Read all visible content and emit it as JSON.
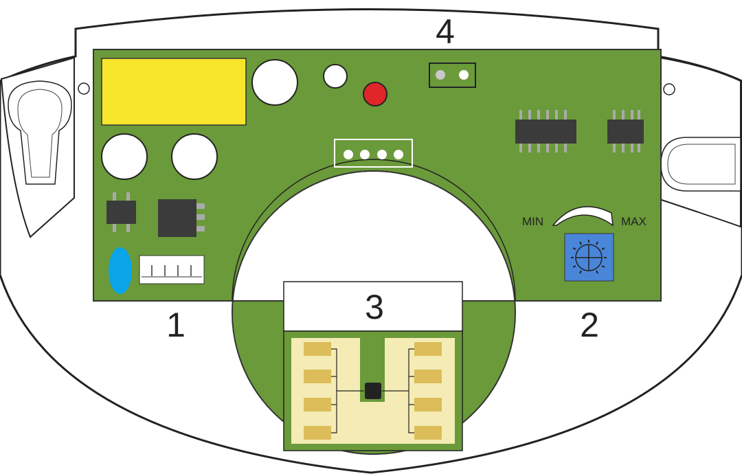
{
  "diagram": {
    "callouts": {
      "c1": "1",
      "c2": "2",
      "c3": "3",
      "c4": "4"
    },
    "potentiometer": {
      "min_label": "MIN",
      "max_label": "MAX"
    },
    "colors": {
      "pcb_green": "#6b9a3a",
      "relay_yellow": "#f7e52c",
      "led_red": "#e1262a",
      "capacitor_blue": "#0aa4e8",
      "pot_blue": "#4a86d8",
      "antenna_cream": "#f4ecb4",
      "antenna_pad": "#dcbd5a",
      "chip_dark": "#3b3b3b"
    }
  }
}
